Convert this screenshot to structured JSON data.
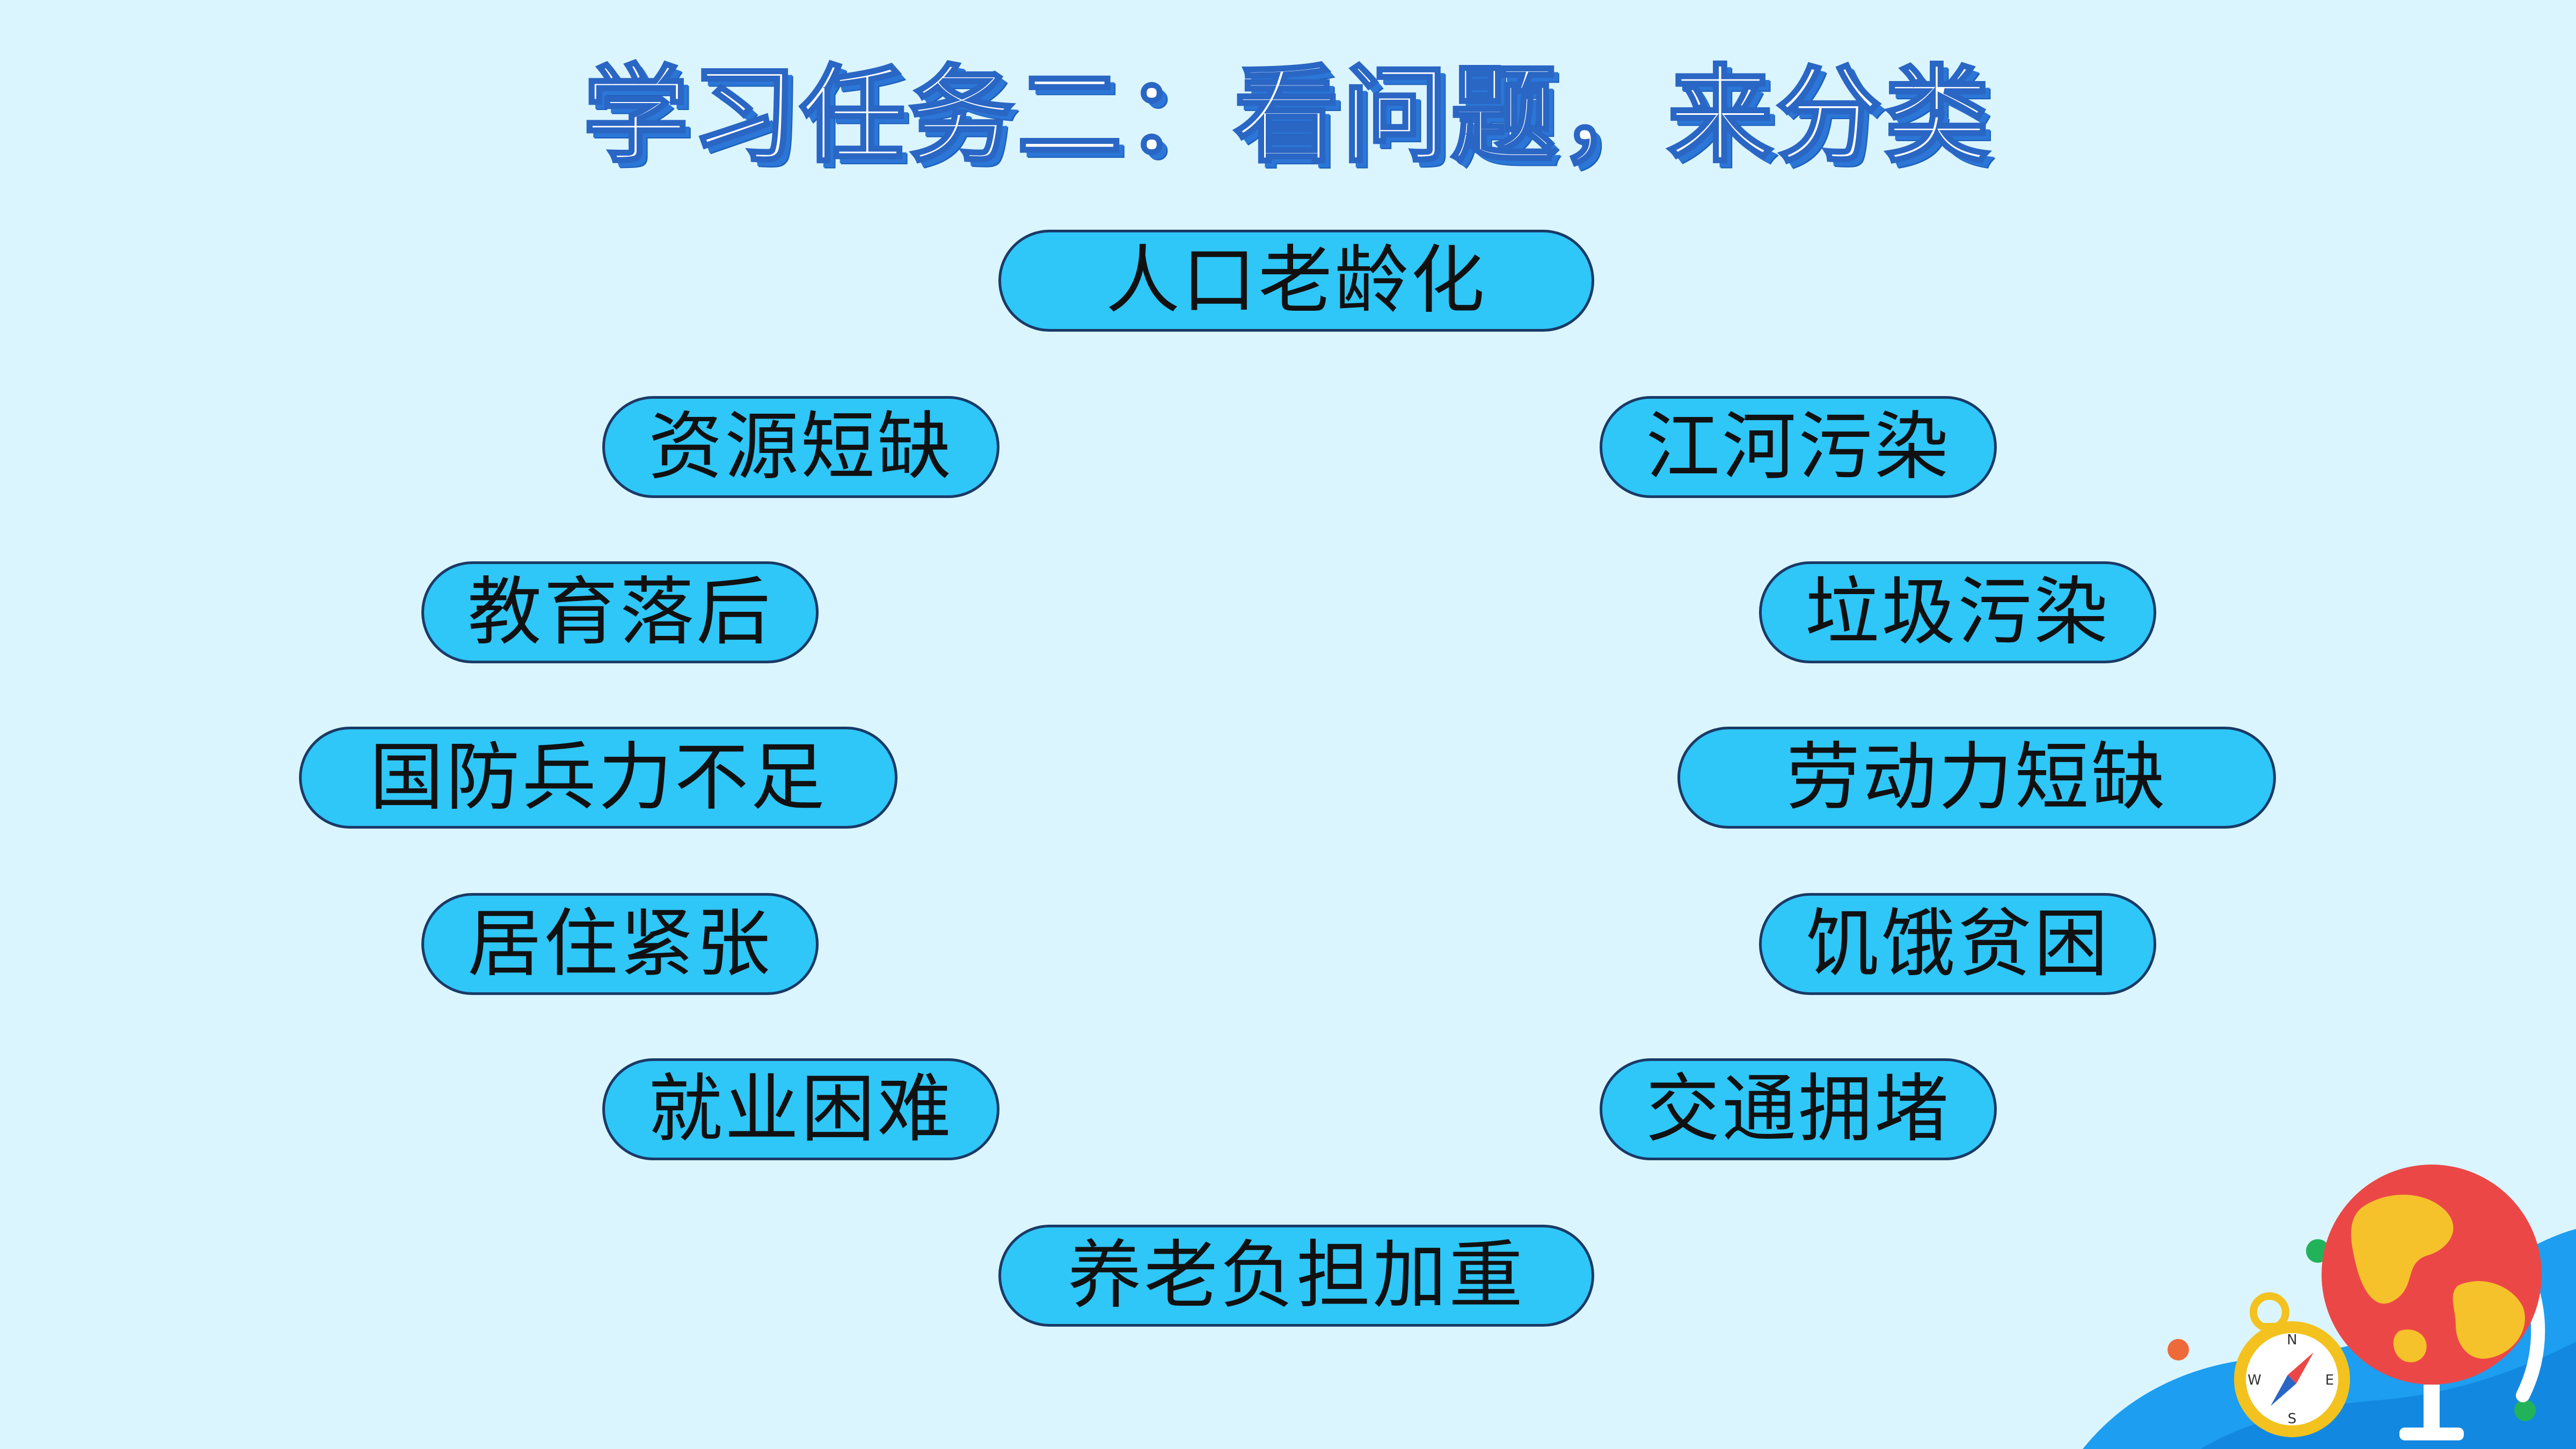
{
  "slide": {
    "title": "学习任务二：看问题，来分类",
    "items": {
      "aging": "人口老龄化",
      "resource_shortage": "资源短缺",
      "river_pollution": "江河污染",
      "education_backward": "教育落后",
      "garbage_pollution": "垃圾污染",
      "defense_shortage": "国防兵力不足",
      "labor_shortage": "劳动力短缺",
      "housing_tension": "居住紧张",
      "hunger_poverty": "饥饿贫困",
      "employment_difficulty": "就业困难",
      "traffic_congestion": "交通拥堵",
      "elderly_burden": "养老负担加重"
    }
  },
  "colors": {
    "background": "#dbf5fe",
    "pill_fill": "#2fc6f8",
    "pill_border": "#1a3a66",
    "title_stroke": "#2a66c4"
  },
  "icons": {
    "globe": "globe-icon",
    "compass": "compass-icon"
  }
}
